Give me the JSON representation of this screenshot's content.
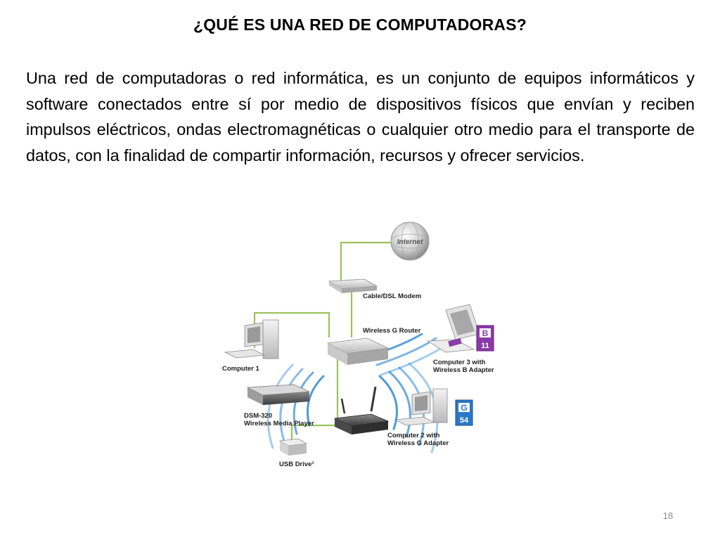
{
  "slide": {
    "title": "¿QUÉ ES UNA RED DE COMPUTADORAS?",
    "body": "Una red de computadoras o red informática, es un conjunto de equipos informáticos y software conectados entre sí por medio de dispositivos físicos que envían y reciben impulsos eléctricos, ondas electromagnéticas o cualquier otro medio para el transporte de datos, con la finalidad de compartir información, recursos y ofrecer servicios.",
    "page_number": "18"
  },
  "diagram": {
    "internet_label": "Internet",
    "modem_label": "Cable/DSL Modem",
    "router_label": "Wireless G Router",
    "computer1_label": "Computer 1",
    "media_player_line1": "DSM-320",
    "media_player_line2": "Wireless Media Player",
    "usb_label": "USB Drive¹",
    "computer3_line1": "Computer 3 with",
    "computer3_line2": "Wireless B Adapter",
    "computer2_line1": "Computer 2 with",
    "computer2_line2": "Wireless G Adapter",
    "badge_b_letter": "B",
    "badge_b_number": "11",
    "badge_g_letter": "G",
    "badge_g_number": "54",
    "colors": {
      "cable": "#9bc25a",
      "wave": "#3a8fd8",
      "badge_b": "#8a3aa8",
      "badge_g": "#2b78c8"
    }
  }
}
